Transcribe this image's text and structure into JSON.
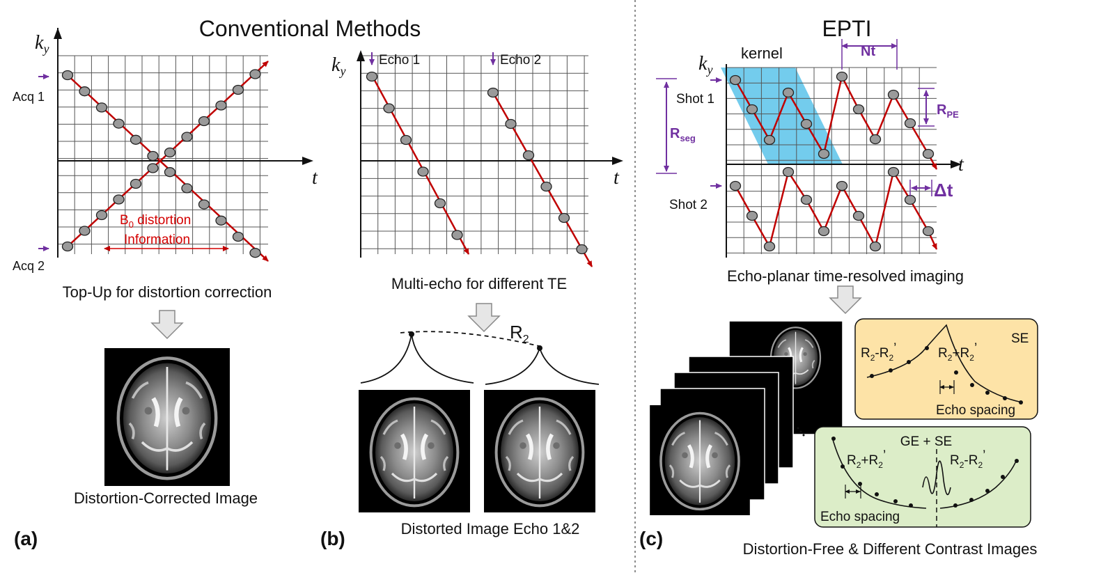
{
  "titles": {
    "conventional": "Conventional Methods",
    "epti": "EPTI"
  },
  "panel_a": {
    "ky": "k",
    "ky_sub": "y",
    "t": "t",
    "acq1": "Acq 1",
    "acq2": "Acq 2",
    "b0_line1": "B",
    "b0_sub": "0",
    "b0_line1_rest": " distortion",
    "b0_line2": "Information",
    "caption": "Top-Up for distortion correction",
    "image_caption": "Distortion-Corrected Image",
    "label": "(a)"
  },
  "panel_b": {
    "ky": "k",
    "ky_sub": "y",
    "t": "t",
    "echo1": "Echo 1",
    "echo2": "Echo 2",
    "caption": "Multi-echo for different TE",
    "r2": "R",
    "r2_sub": "2",
    "image_caption": "Distorted Image Echo 1&2",
    "label": "(b)"
  },
  "panel_c": {
    "ky": "k",
    "ky_sub": "y",
    "t": "t",
    "kernel": "kernel",
    "nt": "Nt",
    "shot1": "Shot 1",
    "shot2": "Shot 2",
    "rseg": "R",
    "rseg_sub": "seg",
    "rpe": "R",
    "rpe_sub": "PE",
    "dt": "Δt",
    "caption": "Echo-planar time-resolved imaging",
    "se_box": {
      "left_label": "R",
      "left_sub": "2",
      "left_mid": "-R",
      "left_sub2": "2",
      "left_prime": "’",
      "right_label": "R",
      "right_sub": "2",
      "right_mid": "+R",
      "right_sub2": "2",
      "right_prime": "’",
      "se": "SE",
      "echo_spacing": "Echo spacing"
    },
    "gese_box": {
      "title": "GE + SE",
      "left_label": "R",
      "left_sub": "2",
      "left_mid": "+R",
      "left_sub2": "2",
      "left_prime": "’",
      "right_label": "R",
      "right_sub": "2",
      "right_mid": "-R",
      "right_sub2": "2",
      "right_prime": "’",
      "echo_spacing": "Echo spacing"
    },
    "image_caption": "Distortion-Free & Different Contrast Images",
    "label": "(c)"
  },
  "colors": {
    "trajectory": "#c00000",
    "annotation": "#7030a0",
    "kernel": "#5bc3ea",
    "se_box": "#fde3a7",
    "gese_box": "#dcedc8",
    "grid": "#555555"
  }
}
